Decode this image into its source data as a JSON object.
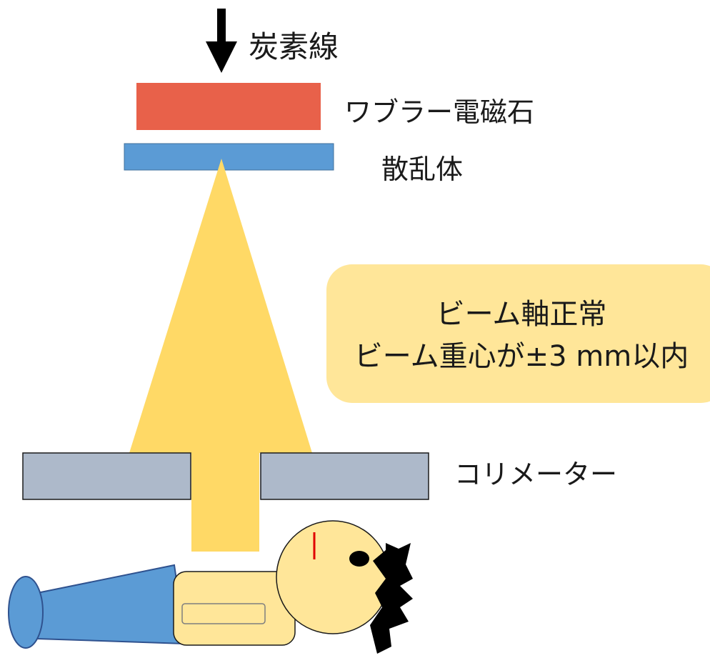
{
  "labels": {
    "beam": "炭素線",
    "wobbler": "ワブラー電磁石",
    "scatterer": "散乱体",
    "collimator": "コリメーター"
  },
  "callout": {
    "line1": "ビーム軸正常",
    "line2": "ビーム重心が±3 mm以内"
  },
  "colors": {
    "wobbler": "#E8614A",
    "scatterer": "#5B9BD5",
    "beam": "#FFD966",
    "callout_bg": "#FFE699",
    "collimator": "#ADB9CA",
    "skin": "#FFE699",
    "clothing": "#5B9BD5",
    "hair": "#000000",
    "marker": "#E00000"
  }
}
